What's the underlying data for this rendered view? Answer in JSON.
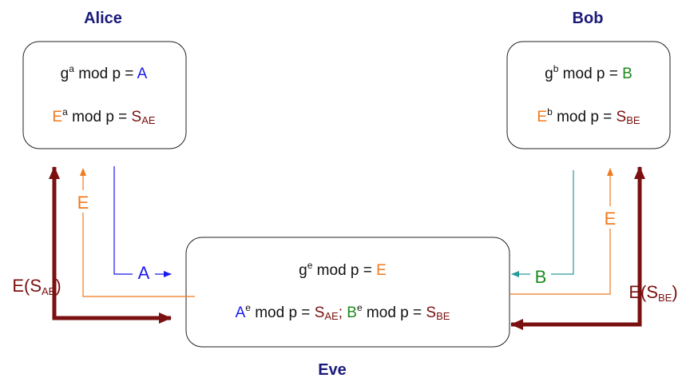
{
  "colors": {
    "party": "#1a1a7a",
    "A": "#1a1aee",
    "B": "#1e8a1e",
    "E": "#f07a1e",
    "S": "#7a1010",
    "teal": "#2a9a9a",
    "box_stroke": "#222222"
  },
  "alice": {
    "name": "Alice",
    "eq1": {
      "base": "g",
      "exp": "a",
      "rest": " mod p = ",
      "result": "A"
    },
    "eq2": {
      "base": "E",
      "exp": "a",
      "rest": " mod p = ",
      "result_main": "S",
      "result_sub": "AE"
    }
  },
  "bob": {
    "name": "Bob",
    "eq1": {
      "base": "g",
      "exp": "b",
      "rest": " mod p = ",
      "result": "B"
    },
    "eq2": {
      "base": "E",
      "exp": "b",
      "rest": " mod p = ",
      "result_main": "S",
      "result_sub": "BE"
    }
  },
  "eve": {
    "name": "Eve",
    "eq1": {
      "base": "g",
      "exp": "e",
      "rest": " mod p = ",
      "result": "E"
    },
    "eq2": {
      "base1": "A",
      "exp1": "e",
      "rest1": " mod p = ",
      "res1_main": "S",
      "res1_sub": "AE",
      "sep": ";",
      "base2": "B",
      "exp2": "e",
      "rest2": " mod p = ",
      "res2_main": "S",
      "res2_sub": "BE"
    }
  },
  "arrows": {
    "alice_to_eve_label": "A",
    "bob_to_eve_label": "B",
    "eve_to_alice_label": "E",
    "eve_to_bob_label": "E",
    "left_enc": {
      "pre": "E(",
      "main": "S",
      "sub": "AE",
      "post": ")"
    },
    "right_enc": {
      "pre": "E(",
      "main": "S",
      "sub": "BE",
      "post": ")"
    }
  }
}
